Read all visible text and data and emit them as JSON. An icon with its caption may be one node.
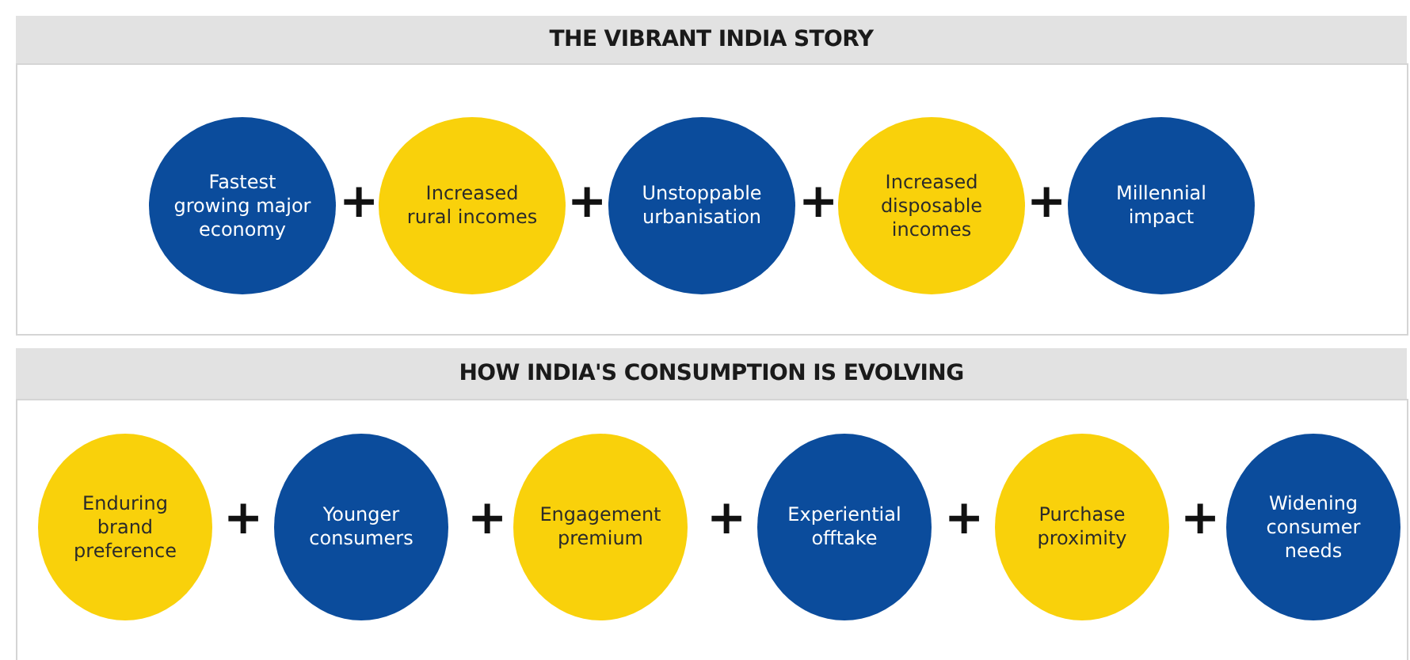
{
  "diagram": {
    "nodes": [
      {
        "text": [
          "THE VIBRANT INDIA STORY"
        ]
      },
      {
        "text": [
          "Fastest growing major economy"
        ]
      },
      {
        "text": [
          "Increased rural incomes"
        ]
      },
      {
        "text": [
          "Unstoppable urbanisation"
        ]
      },
      {
        "text": [
          "Increased disposable incomes"
        ]
      },
      {
        "text": [
          "Millennial impact"
        ]
      },
      {
        "text": [
          "HOW INDIA'S CONSUMPTION IS EVOLVING"
        ]
      },
      {
        "text": [
          "Enduring brand preference"
        ]
      },
      {
        "text": [
          "Younger consumers"
        ]
      },
      {
        "text": [
          "Engagement premium"
        ]
      },
      {
        "text": [
          "Experiential offtake"
        ]
      },
      {
        "text": [
          "Purchase proximity"
        ]
      },
      {
        "text": [
          "Widening consumer needs"
        ]
      }
    ],
    "labels": [
      "+",
      "+",
      "+",
      "+",
      "+",
      "+",
      "+",
      "+",
      "+"
    ]
  }
}
